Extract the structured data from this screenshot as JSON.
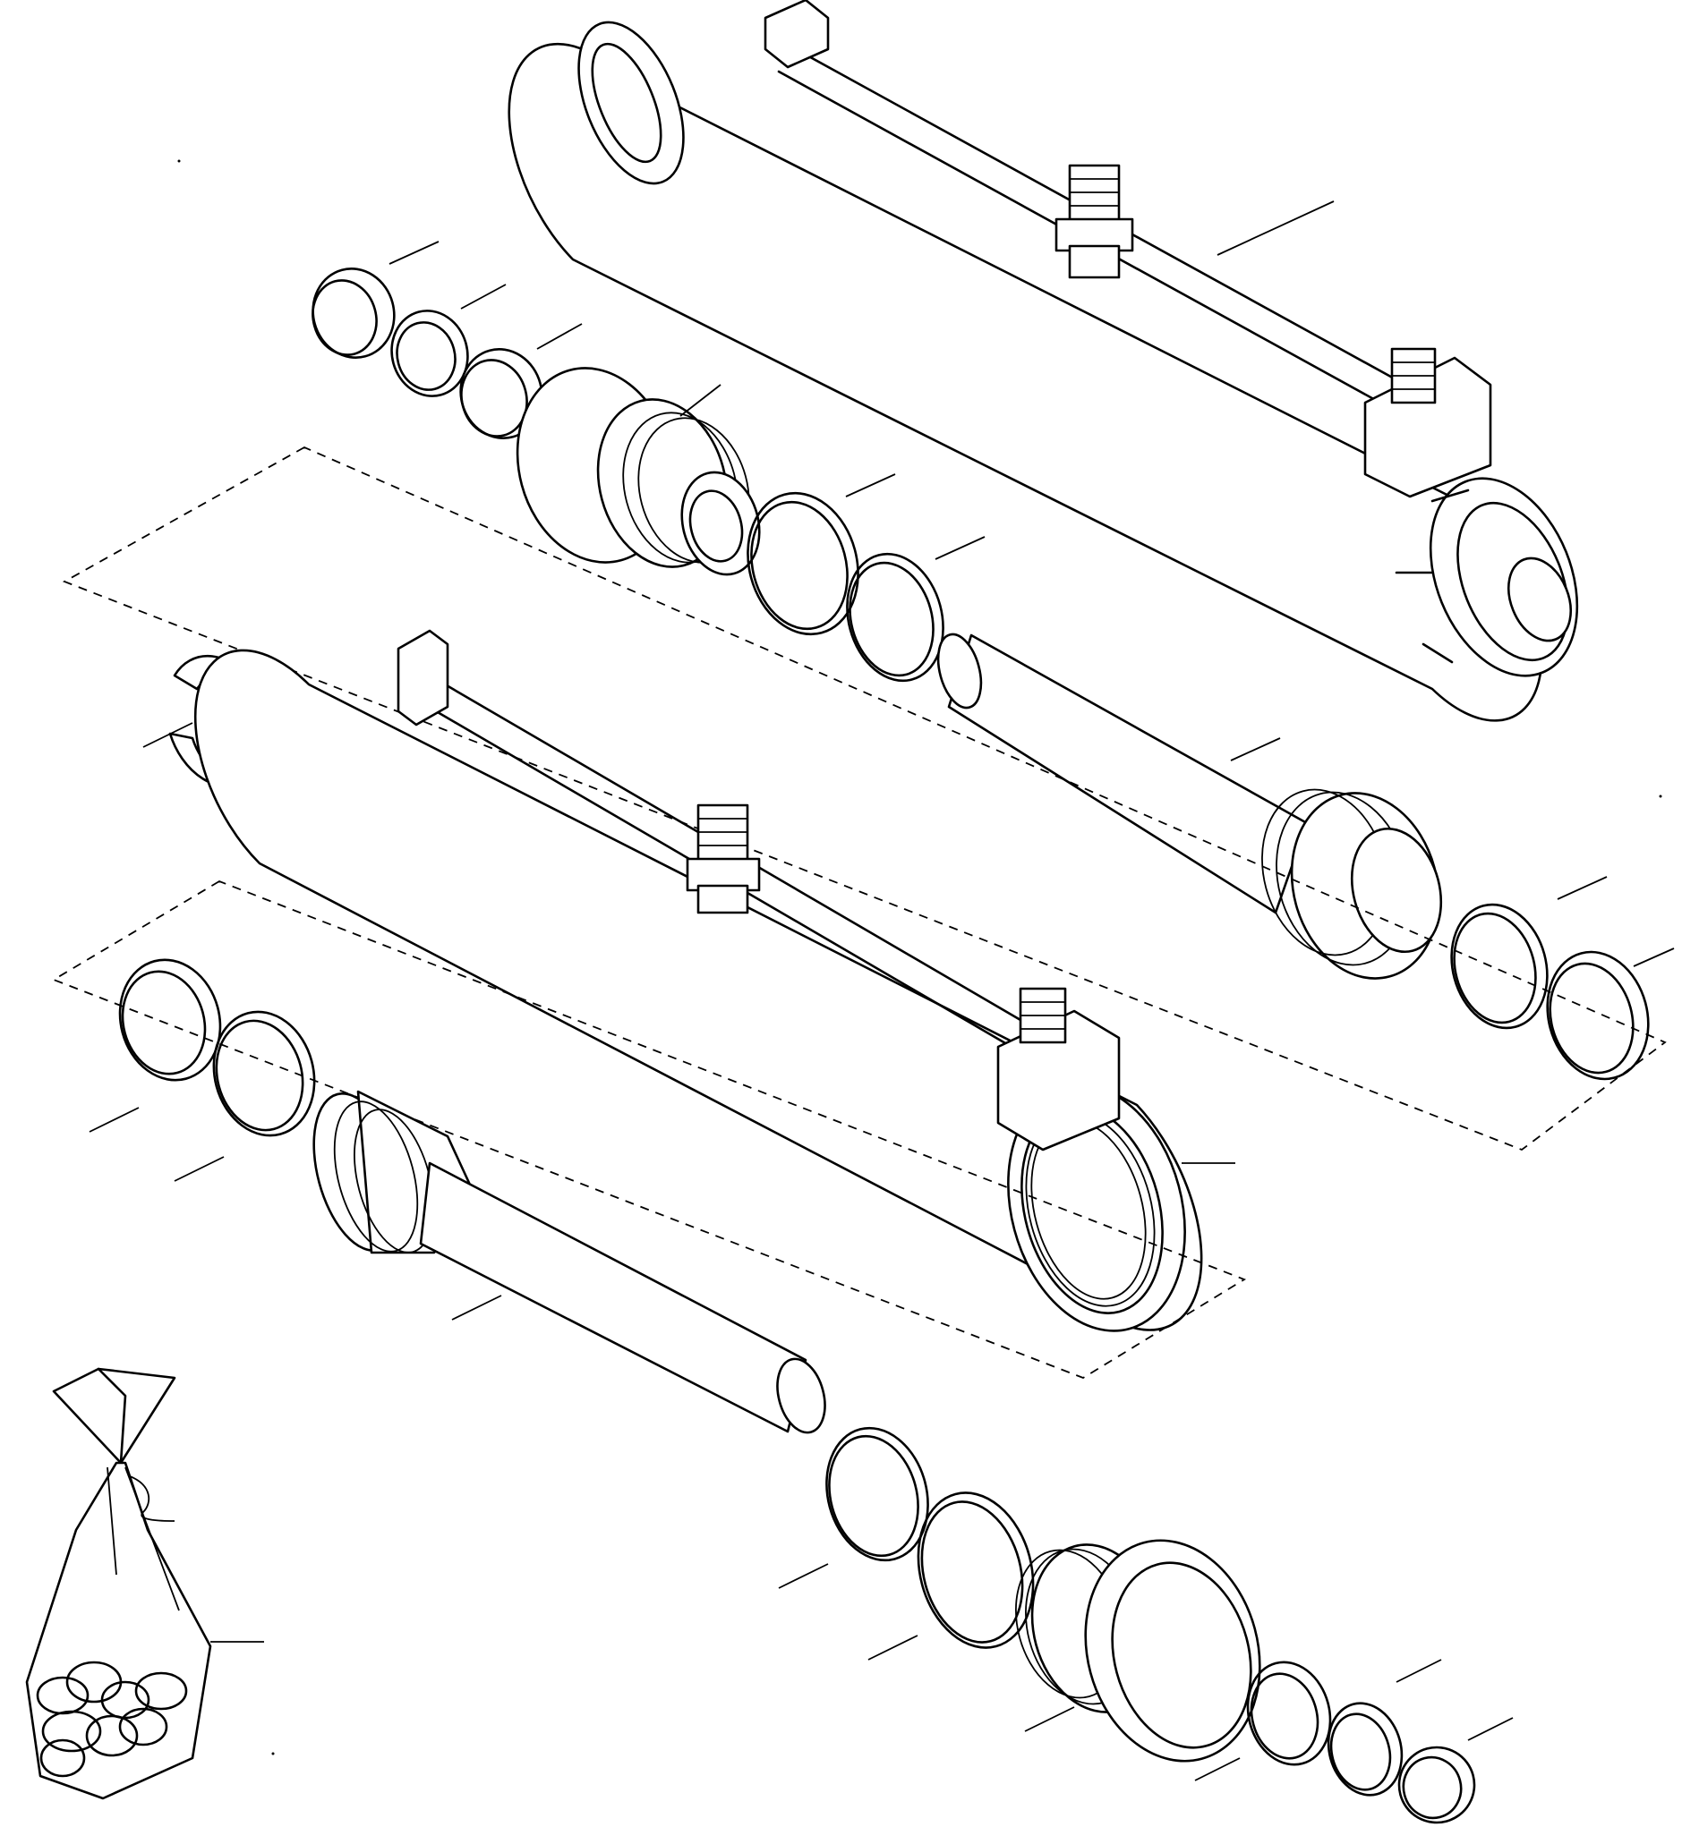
{
  "diagram": {
    "kind": "exploded parts drawing",
    "background": "#ffffff",
    "line_color": "#000000",
    "components": [
      "cylinder-assembly",
      "wiper-ring",
      "rod-seal",
      "guide-ring",
      "gland-nut",
      "gland-o-ring",
      "backup-ring",
      "piston-rod",
      "retaining-ring",
      "cylinder-barrel",
      "piston-seal",
      "piston-guide-ring",
      "seal-kit-bag"
    ],
    "groupings": 2,
    "labels": []
  }
}
